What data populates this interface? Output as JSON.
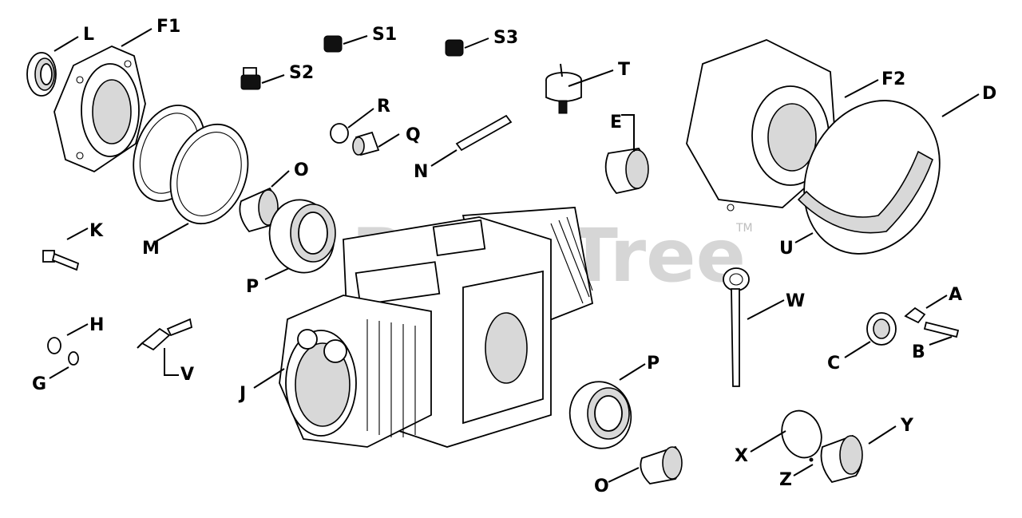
{
  "watermark": {
    "text": "PartsTree",
    "trademark": "TM"
  },
  "labels": {
    "L": "L",
    "F1": "F1",
    "S1": "S1",
    "S3": "S3",
    "S2": "S2",
    "T": "T",
    "F2": "F2",
    "D": "D",
    "R": "R",
    "Q": "Q",
    "E": "E",
    "N": "N",
    "O_top": "O",
    "O_bottom": "O",
    "K": "K",
    "M": "M",
    "U": "U",
    "P_top": "P",
    "P_bottom": "P",
    "W": "W",
    "A": "A",
    "H": "H",
    "B": "B",
    "C": "C",
    "G": "G",
    "V": "V",
    "J": "J",
    "X": "X",
    "Y": "Y",
    "Z": "Z"
  }
}
